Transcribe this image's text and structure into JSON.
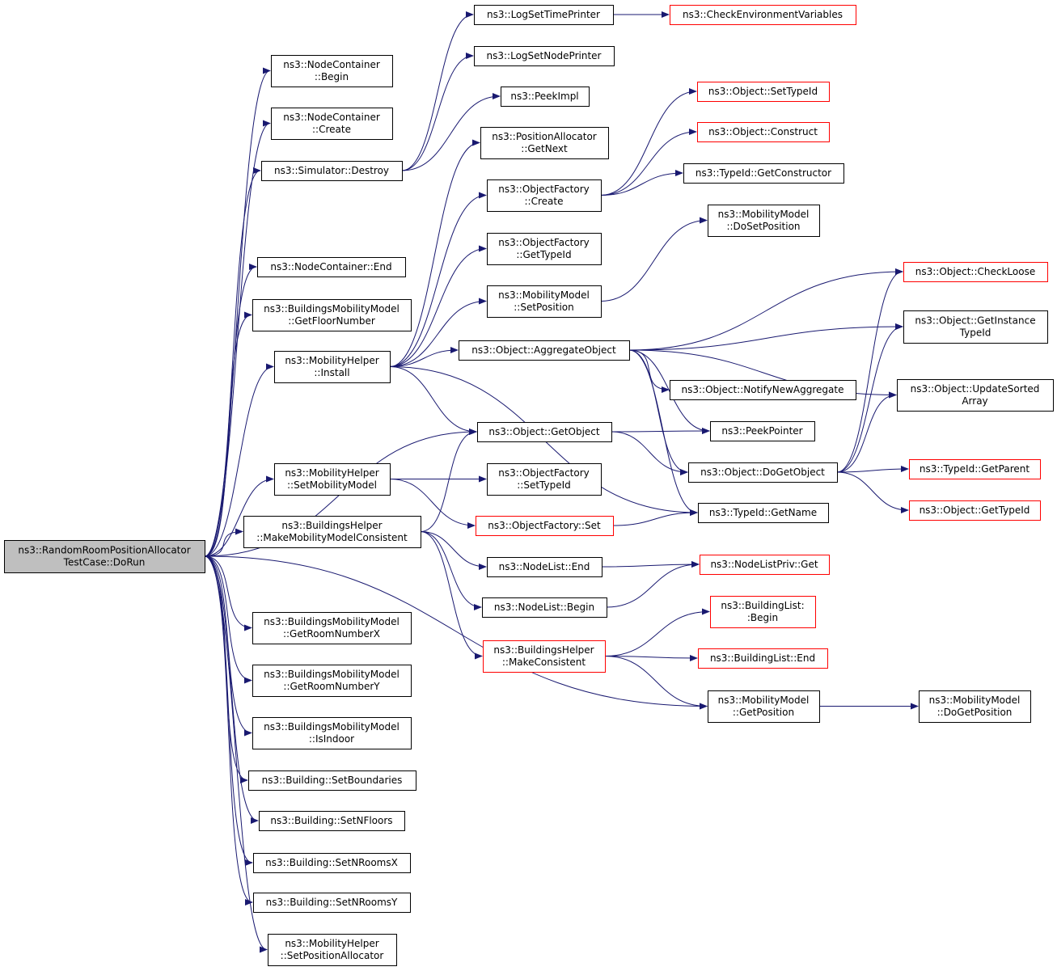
{
  "colors": {
    "edge": "#191970",
    "node_border": "#000000",
    "truncated_node_border": "#ff0000",
    "root_fill": "#bfbfbf",
    "background": "#ffffff"
  },
  "nodes": [
    {
      "id": "root",
      "lines": [
        "ns3::RandomRoomPositionAllocator",
        "TestCase::DoRun"
      ],
      "style": "root"
    },
    {
      "id": "nc_begin",
      "lines": [
        "ns3::NodeContainer",
        "::Begin"
      ],
      "style": "normal"
    },
    {
      "id": "nc_create",
      "lines": [
        "ns3::NodeContainer",
        "::Create"
      ],
      "style": "normal"
    },
    {
      "id": "sim_destroy",
      "lines": [
        "ns3::Simulator::Destroy"
      ],
      "style": "normal"
    },
    {
      "id": "nc_end",
      "lines": [
        "ns3::NodeContainer::End"
      ],
      "style": "normal"
    },
    {
      "id": "bmm_floor",
      "lines": [
        "ns3::BuildingsMobilityModel",
        "::GetFloorNumber"
      ],
      "style": "normal"
    },
    {
      "id": "mh_install",
      "lines": [
        "ns3::MobilityHelper",
        "::Install"
      ],
      "style": "normal"
    },
    {
      "id": "mh_setmm",
      "lines": [
        "ns3::MobilityHelper",
        "::SetMobilityModel"
      ],
      "style": "normal"
    },
    {
      "id": "bh_mmmc",
      "lines": [
        "ns3::BuildingsHelper",
        "::MakeMobilityModelConsistent"
      ],
      "style": "normal"
    },
    {
      "id": "bmm_roomx",
      "lines": [
        "ns3::BuildingsMobilityModel",
        "::GetRoomNumberX"
      ],
      "style": "normal"
    },
    {
      "id": "bmm_roomy",
      "lines": [
        "ns3::BuildingsMobilityModel",
        "::GetRoomNumberY"
      ],
      "style": "normal"
    },
    {
      "id": "bmm_indoor",
      "lines": [
        "ns3::BuildingsMobilityModel",
        "::IsIndoor"
      ],
      "style": "normal"
    },
    {
      "id": "b_bounds",
      "lines": [
        "ns3::Building::SetBoundaries"
      ],
      "style": "normal"
    },
    {
      "id": "b_nfloors",
      "lines": [
        "ns3::Building::SetNFloors"
      ],
      "style": "normal"
    },
    {
      "id": "b_nroomsx",
      "lines": [
        "ns3::Building::SetNRoomsX"
      ],
      "style": "normal"
    },
    {
      "id": "b_nroomsy",
      "lines": [
        "ns3::Building::SetNRoomsY"
      ],
      "style": "normal"
    },
    {
      "id": "mh_setpa",
      "lines": [
        "ns3::MobilityHelper",
        "::SetPositionAllocator"
      ],
      "style": "normal"
    },
    {
      "id": "log_time",
      "lines": [
        "ns3::LogSetTimePrinter"
      ],
      "style": "normal"
    },
    {
      "id": "log_node",
      "lines": [
        "ns3::LogSetNodePrinter"
      ],
      "style": "normal"
    },
    {
      "id": "peek_impl",
      "lines": [
        "ns3::PeekImpl"
      ],
      "style": "normal"
    },
    {
      "id": "pa_next",
      "lines": [
        "ns3::PositionAllocator",
        "::GetNext"
      ],
      "style": "normal"
    },
    {
      "id": "of_create",
      "lines": [
        "ns3::ObjectFactory",
        "::Create"
      ],
      "style": "normal"
    },
    {
      "id": "of_gettid",
      "lines": [
        "ns3::ObjectFactory",
        "::GetTypeId"
      ],
      "style": "normal"
    },
    {
      "id": "mm_setpos",
      "lines": [
        "ns3::MobilityModel",
        "::SetPosition"
      ],
      "style": "normal"
    },
    {
      "id": "obj_agg",
      "lines": [
        "ns3::Object::AggregateObject"
      ],
      "style": "normal"
    },
    {
      "id": "obj_getobj",
      "lines": [
        "ns3::Object::GetObject"
      ],
      "style": "normal"
    },
    {
      "id": "of_settid",
      "lines": [
        "ns3::ObjectFactory",
        "::SetTypeId"
      ],
      "style": "normal"
    },
    {
      "id": "of_set",
      "lines": [
        "ns3::ObjectFactory::Set"
      ],
      "style": "truncated"
    },
    {
      "id": "nl_end",
      "lines": [
        "ns3::NodeList::End"
      ],
      "style": "normal"
    },
    {
      "id": "nl_begin",
      "lines": [
        "ns3::NodeList::Begin"
      ],
      "style": "normal"
    },
    {
      "id": "bh_mc",
      "lines": [
        "ns3::BuildingsHelper",
        "::MakeConsistent"
      ],
      "style": "truncated"
    },
    {
      "id": "check_env",
      "lines": [
        "ns3::CheckEnvironmentVariables"
      ],
      "style": "truncated"
    },
    {
      "id": "obj_settid",
      "lines": [
        "ns3::Object::SetTypeId"
      ],
      "style": "truncated"
    },
    {
      "id": "obj_construct",
      "lines": [
        "ns3::Object::Construct"
      ],
      "style": "truncated"
    },
    {
      "id": "tid_getctor",
      "lines": [
        "ns3::TypeId::GetConstructor"
      ],
      "style": "normal"
    },
    {
      "id": "mm_dosetpos",
      "lines": [
        "ns3::MobilityModel",
        "::DoSetPosition"
      ],
      "style": "normal"
    },
    {
      "id": "obj_notify",
      "lines": [
        "ns3::Object::NotifyNewAggregate"
      ],
      "style": "normal"
    },
    {
      "id": "peek_pointer",
      "lines": [
        "ns3::PeekPointer"
      ],
      "style": "normal"
    },
    {
      "id": "obj_dogetobj",
      "lines": [
        "ns3::Object::DoGetObject"
      ],
      "style": "normal"
    },
    {
      "id": "tid_getname",
      "lines": [
        "ns3::TypeId::GetName"
      ],
      "style": "normal"
    },
    {
      "id": "nlp_get",
      "lines": [
        "ns3::NodeListPriv::Get"
      ],
      "style": "truncated"
    },
    {
      "id": "bl_begin",
      "lines": [
        "ns3::BuildingList:",
        ":Begin"
      ],
      "style": "truncated"
    },
    {
      "id": "bl_end",
      "lines": [
        "ns3::BuildingList::End"
      ],
      "style": "truncated"
    },
    {
      "id": "mm_getpos",
      "lines": [
        "ns3::MobilityModel",
        "::GetPosition"
      ],
      "style": "normal"
    },
    {
      "id": "obj_checkloose",
      "lines": [
        "ns3::Object::CheckLoose"
      ],
      "style": "truncated"
    },
    {
      "id": "obj_getinst",
      "lines": [
        "ns3::Object::GetInstance",
        "TypeId"
      ],
      "style": "normal"
    },
    {
      "id": "obj_upd",
      "lines": [
        "ns3::Object::UpdateSorted",
        "Array"
      ],
      "style": "normal"
    },
    {
      "id": "tid_parent",
      "lines": [
        "ns3::TypeId::GetParent"
      ],
      "style": "truncated"
    },
    {
      "id": "obj_gettid",
      "lines": [
        "ns3::Object::GetTypeId"
      ],
      "style": "truncated"
    },
    {
      "id": "mm_dogetpos",
      "lines": [
        "ns3::MobilityModel",
        "::DoGetPosition"
      ],
      "style": "normal"
    }
  ],
  "edges": [
    {
      "from": "root",
      "to": "nc_begin"
    },
    {
      "from": "root",
      "to": "nc_create"
    },
    {
      "from": "root",
      "to": "sim_destroy"
    },
    {
      "from": "root",
      "to": "nc_end"
    },
    {
      "from": "root",
      "to": "bmm_floor"
    },
    {
      "from": "root",
      "to": "mh_install"
    },
    {
      "from": "root",
      "to": "obj_getobj"
    },
    {
      "from": "root",
      "to": "mh_setmm"
    },
    {
      "from": "root",
      "to": "bh_mmmc"
    },
    {
      "from": "root",
      "to": "mm_getpos"
    },
    {
      "from": "root",
      "to": "bmm_roomx"
    },
    {
      "from": "root",
      "to": "bmm_roomy"
    },
    {
      "from": "root",
      "to": "bmm_indoor"
    },
    {
      "from": "root",
      "to": "b_bounds"
    },
    {
      "from": "root",
      "to": "b_nfloors"
    },
    {
      "from": "root",
      "to": "b_nroomsx"
    },
    {
      "from": "root",
      "to": "b_nroomsy"
    },
    {
      "from": "root",
      "to": "mh_setpa"
    },
    {
      "from": "sim_destroy",
      "to": "log_time"
    },
    {
      "from": "sim_destroy",
      "to": "log_node"
    },
    {
      "from": "sim_destroy",
      "to": "peek_impl"
    },
    {
      "from": "log_time",
      "to": "check_env"
    },
    {
      "from": "mh_install",
      "to": "pa_next"
    },
    {
      "from": "mh_install",
      "to": "of_create"
    },
    {
      "from": "mh_install",
      "to": "of_gettid"
    },
    {
      "from": "mh_install",
      "to": "mm_setpos"
    },
    {
      "from": "mh_install",
      "to": "obj_agg"
    },
    {
      "from": "mh_install",
      "to": "obj_getobj"
    },
    {
      "from": "mh_install",
      "to": "tid_getname"
    },
    {
      "from": "of_create",
      "to": "obj_settid"
    },
    {
      "from": "of_create",
      "to": "obj_construct"
    },
    {
      "from": "of_create",
      "to": "tid_getctor"
    },
    {
      "from": "mm_setpos",
      "to": "mm_dosetpos"
    },
    {
      "from": "obj_agg",
      "to": "obj_checkloose"
    },
    {
      "from": "obj_agg",
      "to": "obj_getinst"
    },
    {
      "from": "obj_agg",
      "to": "obj_notify"
    },
    {
      "from": "obj_agg",
      "to": "peek_pointer"
    },
    {
      "from": "obj_agg",
      "to": "obj_dogetobj"
    },
    {
      "from": "obj_agg",
      "to": "tid_getname"
    },
    {
      "from": "obj_agg",
      "to": "obj_upd"
    },
    {
      "from": "obj_getobj",
      "to": "peek_pointer"
    },
    {
      "from": "obj_getobj",
      "to": "obj_dogetobj"
    },
    {
      "from": "obj_dogetobj",
      "to": "obj_checkloose"
    },
    {
      "from": "obj_dogetobj",
      "to": "obj_getinst"
    },
    {
      "from": "obj_dogetobj",
      "to": "obj_upd"
    },
    {
      "from": "obj_dogetobj",
      "to": "tid_parent"
    },
    {
      "from": "obj_dogetobj",
      "to": "obj_gettid"
    },
    {
      "from": "mh_setmm",
      "to": "of_settid"
    },
    {
      "from": "mh_setmm",
      "to": "of_set"
    },
    {
      "from": "of_set",
      "to": "tid_getname"
    },
    {
      "from": "bh_mmmc",
      "to": "obj_getobj"
    },
    {
      "from": "bh_mmmc",
      "to": "nl_end"
    },
    {
      "from": "bh_mmmc",
      "to": "nl_begin"
    },
    {
      "from": "bh_mmmc",
      "to": "bh_mc"
    },
    {
      "from": "nl_end",
      "to": "nlp_get"
    },
    {
      "from": "nl_begin",
      "to": "nlp_get"
    },
    {
      "from": "bh_mc",
      "to": "bl_begin"
    },
    {
      "from": "bh_mc",
      "to": "bl_end"
    },
    {
      "from": "bh_mc",
      "to": "mm_getpos"
    },
    {
      "from": "mm_getpos",
      "to": "mm_dogetpos"
    }
  ]
}
